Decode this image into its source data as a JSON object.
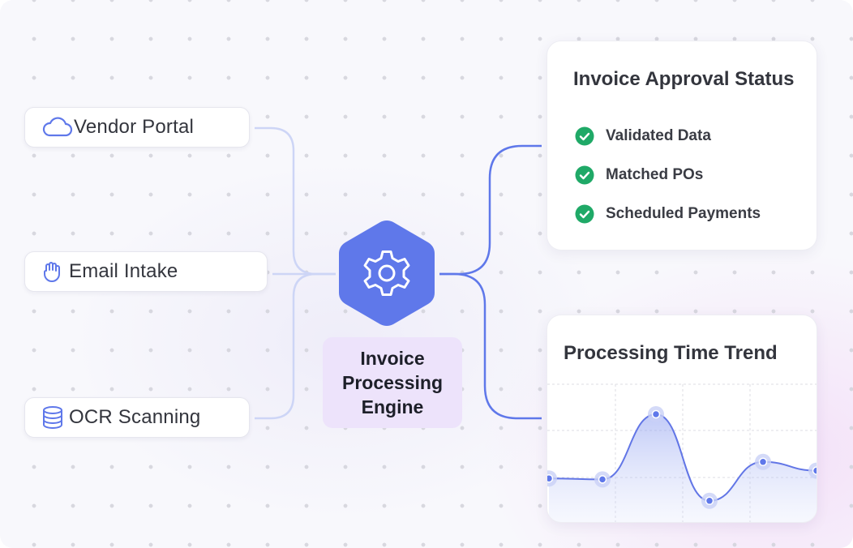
{
  "sources": [
    {
      "label": "Vendor Portal",
      "icon": "cloud-icon"
    },
    {
      "label": "Email Intake",
      "icon": "hand-icon"
    },
    {
      "label": "OCR Scanning",
      "icon": "database-icon"
    }
  ],
  "engine": {
    "icon": "gear-icon",
    "label_lines": [
      "Invoice",
      "Processing",
      "Engine"
    ]
  },
  "approval": {
    "title": "Invoice Approval Status",
    "items": [
      "Validated Data",
      "Matched POs",
      "Scheduled Payments"
    ]
  },
  "trend": {
    "title": "Processing Time Trend"
  },
  "colors": {
    "accent": "#5f78ea",
    "check_green": "#1fa967",
    "engine_label_bg": "#ede3fb",
    "connector_light": "#cdd5f6"
  },
  "chart_data": {
    "type": "area",
    "title": "Processing Time Trend",
    "xlabel": "",
    "ylabel": "",
    "grid": true,
    "series": [
      {
        "values": [
          0.34,
          0.33,
          1.0,
          0.11,
          0.51,
          0.42
        ]
      }
    ]
  }
}
